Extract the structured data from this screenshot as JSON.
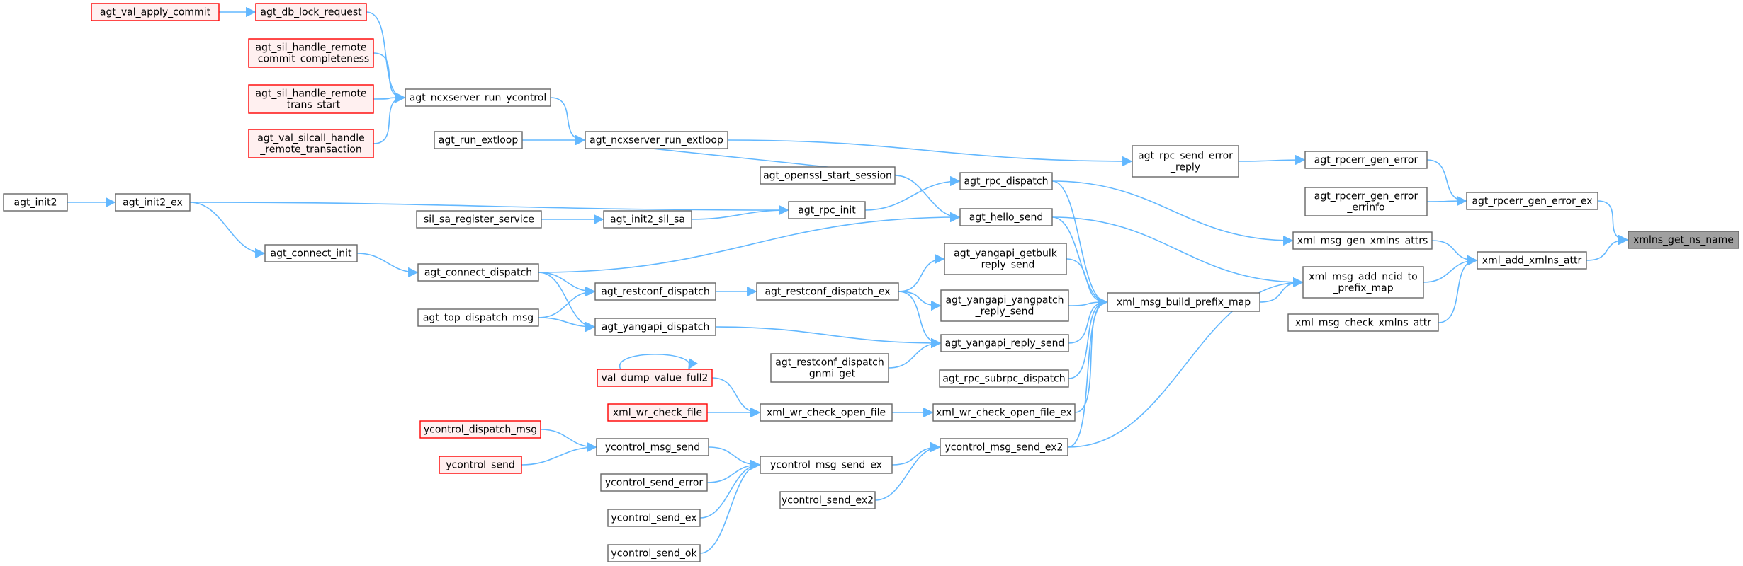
{
  "nodes": [
    {
      "id": "root",
      "lines": [
        "xmlns_get_ns_name"
      ],
      "style": "root"
    },
    {
      "id": "add_xmlns_attr",
      "lines": [
        "xml_add_xmlns_attr"
      ]
    },
    {
      "id": "rpcerr_gen_error_ex",
      "lines": [
        "agt_rpcerr_gen_error_ex"
      ]
    },
    {
      "id": "rpcerr_gen_error",
      "lines": [
        "agt_rpcerr_gen_error"
      ]
    },
    {
      "id": "rpcerr_gen_errinfo",
      "lines": [
        "agt_rpcerr_gen_error",
        "_errinfo"
      ]
    },
    {
      "id": "gen_xmlns_attrs",
      "lines": [
        "xml_msg_gen_xmlns_attrs"
      ]
    },
    {
      "id": "add_ncid",
      "lines": [
        "xml_msg_add_ncid_to",
        "_prefix_map"
      ]
    },
    {
      "id": "check_xmlns",
      "lines": [
        "xml_msg_check_xmlns_attr"
      ]
    },
    {
      "id": "send_error_reply",
      "lines": [
        "agt_rpc_send_error",
        "_reply"
      ]
    },
    {
      "id": "build_prefix",
      "lines": [
        "xml_msg_build_prefix_map"
      ]
    },
    {
      "id": "ncx_extloop",
      "lines": [
        "agt_ncxserver_run_extloop"
      ]
    },
    {
      "id": "rpc_dispatch",
      "lines": [
        "agt_rpc_dispatch"
      ]
    },
    {
      "id": "hello_send",
      "lines": [
        "agt_hello_send"
      ]
    },
    {
      "id": "getbulk",
      "lines": [
        "agt_yangapi_getbulk",
        "_reply_send"
      ]
    },
    {
      "id": "yangpatch",
      "lines": [
        "agt_yangapi_yangpatch",
        "_reply_send"
      ]
    },
    {
      "id": "yangapi_reply",
      "lines": [
        "agt_yangapi_reply_send"
      ]
    },
    {
      "id": "subrpc",
      "lines": [
        "agt_rpc_subrpc_dispatch"
      ]
    },
    {
      "id": "wr_open_ex",
      "lines": [
        "xml_wr_check_open_file_ex"
      ]
    },
    {
      "id": "yc_send_ex2",
      "lines": [
        "ycontrol_msg_send_ex2"
      ]
    },
    {
      "id": "ncx_ycontrol",
      "lines": [
        "agt_ncxserver_run_ycontrol"
      ]
    },
    {
      "id": "run_extloop",
      "lines": [
        "agt_run_extloop"
      ]
    },
    {
      "id": "openssl",
      "lines": [
        "agt_openssl_start_session"
      ]
    },
    {
      "id": "rpc_init",
      "lines": [
        "agt_rpc_init"
      ]
    },
    {
      "id": "init2_sil_sa",
      "lines": [
        "agt_init2_sil_sa"
      ]
    },
    {
      "id": "connect_dispatch",
      "lines": [
        "agt_connect_dispatch"
      ]
    },
    {
      "id": "restconf_ex",
      "lines": [
        "agt_restconf_dispatch_ex"
      ]
    },
    {
      "id": "restconf_gnmi",
      "lines": [
        "agt_restconf_dispatch",
        "_gnmi_get"
      ]
    },
    {
      "id": "wr_open",
      "lines": [
        "xml_wr_check_open_file"
      ]
    },
    {
      "id": "yc_send_ex",
      "lines": [
        "ycontrol_msg_send_ex"
      ]
    },
    {
      "id": "yc_send_ex2b",
      "lines": [
        "ycontrol_send_ex2"
      ]
    },
    {
      "id": "db_lock",
      "lines": [
        "agt_db_lock_request"
      ],
      "style": "red"
    },
    {
      "id": "sil_commit",
      "lines": [
        "agt_sil_handle_remote",
        "_commit_completeness"
      ],
      "style": "red"
    },
    {
      "id": "sil_trans",
      "lines": [
        "agt_sil_handle_remote",
        "_trans_start"
      ],
      "style": "red"
    },
    {
      "id": "val_silcall",
      "lines": [
        "agt_val_silcall_handle",
        "_remote_transaction"
      ],
      "style": "red"
    },
    {
      "id": "val_apply",
      "lines": [
        "agt_val_apply_commit"
      ],
      "style": "red"
    },
    {
      "id": "init2_ex",
      "lines": [
        "agt_init2_ex"
      ]
    },
    {
      "id": "init2",
      "lines": [
        "agt_init2"
      ]
    },
    {
      "id": "sil_sa_reg",
      "lines": [
        "sil_sa_register_service"
      ]
    },
    {
      "id": "connect_init",
      "lines": [
        "agt_connect_init"
      ]
    },
    {
      "id": "restconf_disp",
      "lines": [
        "agt_restconf_dispatch"
      ]
    },
    {
      "id": "yangapi_disp",
      "lines": [
        "agt_yangapi_dispatch"
      ]
    },
    {
      "id": "top_dispatch",
      "lines": [
        "agt_top_dispatch_msg"
      ]
    },
    {
      "id": "val_dump",
      "lines": [
        "val_dump_value_full2"
      ],
      "style": "red"
    },
    {
      "id": "wr_check_file",
      "lines": [
        "xml_wr_check_file"
      ],
      "style": "red"
    },
    {
      "id": "yc_msg_send",
      "lines": [
        "ycontrol_msg_send"
      ]
    },
    {
      "id": "yc_send_error",
      "lines": [
        "ycontrol_send_error"
      ]
    },
    {
      "id": "yc_send_ex_b",
      "lines": [
        "ycontrol_send_ex"
      ]
    },
    {
      "id": "yc_send_ok",
      "lines": [
        "ycontrol_send_ok"
      ]
    },
    {
      "id": "yc_dispatch",
      "lines": [
        "ycontrol_dispatch_msg"
      ],
      "style": "red"
    },
    {
      "id": "yc_send",
      "lines": [
        "ycontrol_send"
      ],
      "style": "red"
    }
  ],
  "edges": [
    [
      "add_xmlns_attr",
      "root"
    ],
    [
      "rpcerr_gen_error_ex",
      "root"
    ],
    [
      "rpcerr_gen_error",
      "rpcerr_gen_error_ex"
    ],
    [
      "rpcerr_gen_errinfo",
      "rpcerr_gen_error_ex"
    ],
    [
      "gen_xmlns_attrs",
      "add_xmlns_attr"
    ],
    [
      "add_ncid",
      "add_xmlns_attr"
    ],
    [
      "check_xmlns",
      "add_xmlns_attr"
    ],
    [
      "send_error_reply",
      "rpcerr_gen_error"
    ],
    [
      "rpc_dispatch",
      "gen_xmlns_attrs"
    ],
    [
      "build_prefix",
      "add_ncid"
    ],
    [
      "hello_send",
      "add_ncid"
    ],
    [
      "yc_send_ex2",
      "add_ncid"
    ],
    [
      "ncx_extloop",
      "send_error_reply"
    ],
    [
      "rpc_dispatch",
      "build_prefix"
    ],
    [
      "hello_send",
      "build_prefix"
    ],
    [
      "getbulk",
      "build_prefix"
    ],
    [
      "yangpatch",
      "build_prefix"
    ],
    [
      "yangapi_reply",
      "build_prefix"
    ],
    [
      "subrpc",
      "build_prefix"
    ],
    [
      "wr_open_ex",
      "build_prefix"
    ],
    [
      "yc_send_ex2",
      "build_prefix"
    ],
    [
      "ncx_ycontrol",
      "ncx_extloop"
    ],
    [
      "run_extloop",
      "ncx_extloop"
    ],
    [
      "openssl",
      "ncx_extloop"
    ],
    [
      "rpc_init",
      "rpc_dispatch"
    ],
    [
      "openssl",
      "hello_send"
    ],
    [
      "connect_dispatch",
      "hello_send"
    ],
    [
      "restconf_ex",
      "getbulk"
    ],
    [
      "restconf_ex",
      "yangpatch"
    ],
    [
      "restconf_ex",
      "yangapi_reply"
    ],
    [
      "restconf_gnmi",
      "yangapi_reply"
    ],
    [
      "yangapi_disp",
      "yangapi_reply"
    ],
    [
      "wr_open",
      "wr_open_ex"
    ],
    [
      "yc_send_ex",
      "yc_send_ex2"
    ],
    [
      "yc_send_ex2b",
      "yc_send_ex2"
    ],
    [
      "db_lock",
      "ncx_ycontrol"
    ],
    [
      "sil_commit",
      "ncx_ycontrol"
    ],
    [
      "sil_trans",
      "ncx_ycontrol"
    ],
    [
      "val_silcall",
      "ncx_ycontrol"
    ],
    [
      "init2_ex",
      "rpc_init"
    ],
    [
      "init2_sil_sa",
      "rpc_init"
    ],
    [
      "sil_sa_reg",
      "init2_sil_sa"
    ],
    [
      "connect_init",
      "connect_dispatch"
    ],
    [
      "restconf_disp",
      "restconf_ex"
    ],
    [
      "connect_dispatch",
      "restconf_disp"
    ],
    [
      "top_dispatch",
      "restconf_disp"
    ],
    [
      "connect_dispatch",
      "yangapi_disp"
    ],
    [
      "top_dispatch",
      "yangapi_disp"
    ],
    [
      "val_dump",
      "wr_open"
    ],
    [
      "wr_check_file",
      "wr_open"
    ],
    [
      "yc_msg_send",
      "yc_send_ex"
    ],
    [
      "yc_send_error",
      "yc_send_ex"
    ],
    [
      "yc_send_ex_b",
      "yc_send_ex"
    ],
    [
      "yc_send_ok",
      "yc_send_ex"
    ],
    [
      "val_apply",
      "db_lock"
    ],
    [
      "init2",
      "init2_ex"
    ],
    [
      "init2_ex",
      "connect_init"
    ],
    [
      "yc_dispatch",
      "yc_msg_send"
    ],
    [
      "yc_send",
      "yc_msg_send"
    ],
    [
      "val_dump",
      "val_dump"
    ]
  ]
}
